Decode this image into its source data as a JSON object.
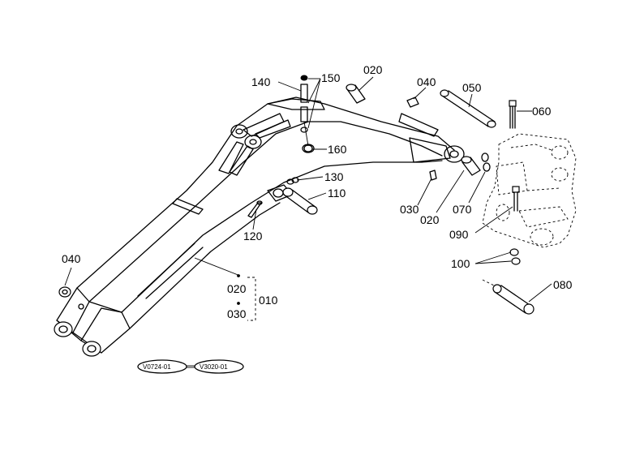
{
  "labels": {
    "p140": "140",
    "p150": "150",
    "p020_top": "020",
    "p040_top": "040",
    "p050": "050",
    "p060": "060",
    "p160": "160",
    "p130": "130",
    "p110": "110",
    "p030_right": "030",
    "p020_right": "020",
    "p070": "070",
    "p090": "090",
    "p120": "120",
    "p040_left": "040",
    "p100": "100",
    "p080": "080",
    "p020_group": "020",
    "p030_group": "030",
    "p010": "010"
  },
  "serial_range": {
    "from": "V0724-01",
    "to": "V3020-01"
  }
}
